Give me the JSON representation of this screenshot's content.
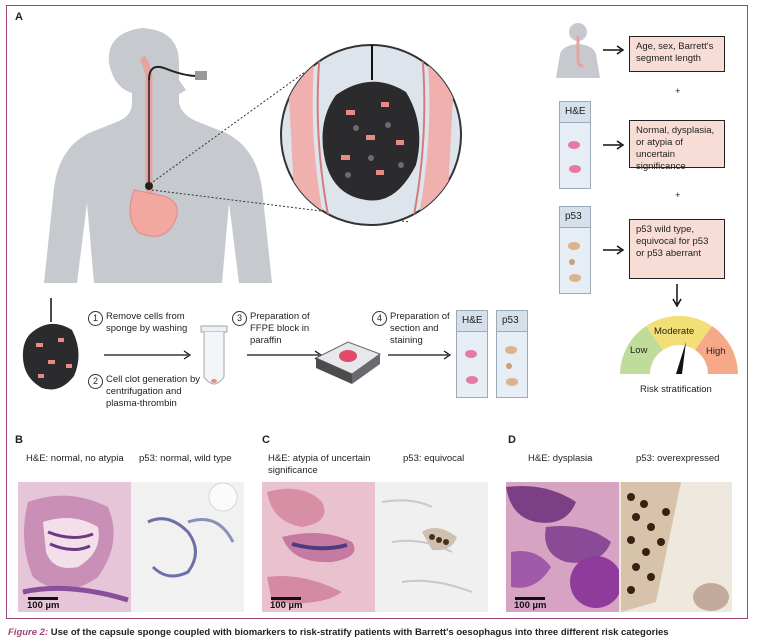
{
  "panels": {
    "a": "A",
    "b": "B",
    "c": "C",
    "d": "D"
  },
  "boxes": {
    "clinical": "Age, sex, Barrett's segment length",
    "he_result": "Normal, dysplasia, or atypia of uncertain significance",
    "p53_result": "p53 wild type, equivocal for p53 or p53 aberrant"
  },
  "plus": "+",
  "slides": {
    "he": "H&E",
    "p53": "p53"
  },
  "steps": {
    "s1_num": "1",
    "s1": "Remove cells from sponge by washing",
    "s2_num": "2",
    "s2": "Cell clot generation by centrifugation and plasma-thrombin",
    "s3_num": "3",
    "s3": "Preparation of FFPE block in paraffin",
    "s4_num": "4",
    "s4": "Preparation of section and staining"
  },
  "gauge": {
    "low": "Low",
    "moderate": "Moderate",
    "high": "High",
    "title": "Risk stratification"
  },
  "micro": {
    "b_he": "H&E: normal, no atypia",
    "b_p53": "p53: normal, wild type",
    "c_he": "H&E: atypia of uncertain significance",
    "c_p53": "p53: equivocal",
    "d_he": "H&E: dysplasia",
    "d_p53": "p53: overexpressed",
    "scale": "100 µm"
  },
  "caption": {
    "prefix": "Figure 2:",
    "text": " Use of the capsule sponge coupled with biomarkers to risk-stratify patients with Barrett's oesophagus into three different risk categories"
  },
  "colors": {
    "frame": "#a0457a",
    "box_fill": "#f7ddd5",
    "body": "#c6cacf",
    "gauge_low": "#bfdc9b",
    "gauge_mod": "#f3df77",
    "gauge_high": "#f6a888"
  }
}
